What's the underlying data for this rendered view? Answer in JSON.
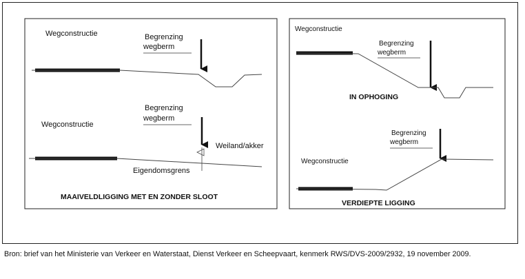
{
  "panel_left": {
    "top": {
      "construction": "Wegconstructie",
      "boundary_line1": "Begrenzing",
      "boundary_line2": "wegberm"
    },
    "bottom": {
      "construction": "Wegconstructie",
      "boundary_line1": "Begrenzing",
      "boundary_line2": "wegberm",
      "field": "Weiland/akker",
      "property_line": "Eigendomsgrens"
    },
    "caption": "MAAIVELDLIGGING MET EN ZONDER SLOOT"
  },
  "panel_right": {
    "top": {
      "construction": "Wegconstructie",
      "boundary_line1": "Begrenzing",
      "boundary_line2": "wegberm",
      "caption": "IN OPHOGING"
    },
    "bottom": {
      "construction": "Wegconstructie",
      "boundary_line1": "Begrenzing",
      "boundary_line2": "wegberm",
      "caption": "VERDIEPTE LIGGING"
    }
  },
  "source_caption": "Bron: brief van het Ministerie van Verkeer en Waterstaat, Dienst Verkeer en Scheepvaart, kenmerk RWS/DVS-2009/2932, 19 november 2009."
}
